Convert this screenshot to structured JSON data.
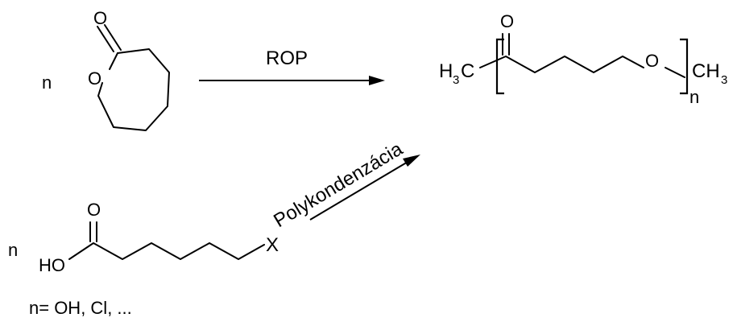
{
  "reactant_1": {
    "coefficient": "n",
    "ring_oxygen": "O",
    "carbonyl_oxygen": "O"
  },
  "reactant_2": {
    "coefficient": "n",
    "hydroxyl": "HO",
    "carbonyl_oxygen": "O",
    "end_group": "X"
  },
  "reactions": {
    "top_label": "ROP",
    "bottom_label": "Polykondenzácia"
  },
  "product": {
    "left_end_main": "H",
    "left_end_sub": "3",
    "left_end_tail": "C",
    "carbonyl_oxygen": "O",
    "chain_oxygen": "O",
    "right_end_main": "CH",
    "right_end_sub": "3",
    "repeat_index": "n"
  },
  "footnote": "n= OH, Cl, ..."
}
